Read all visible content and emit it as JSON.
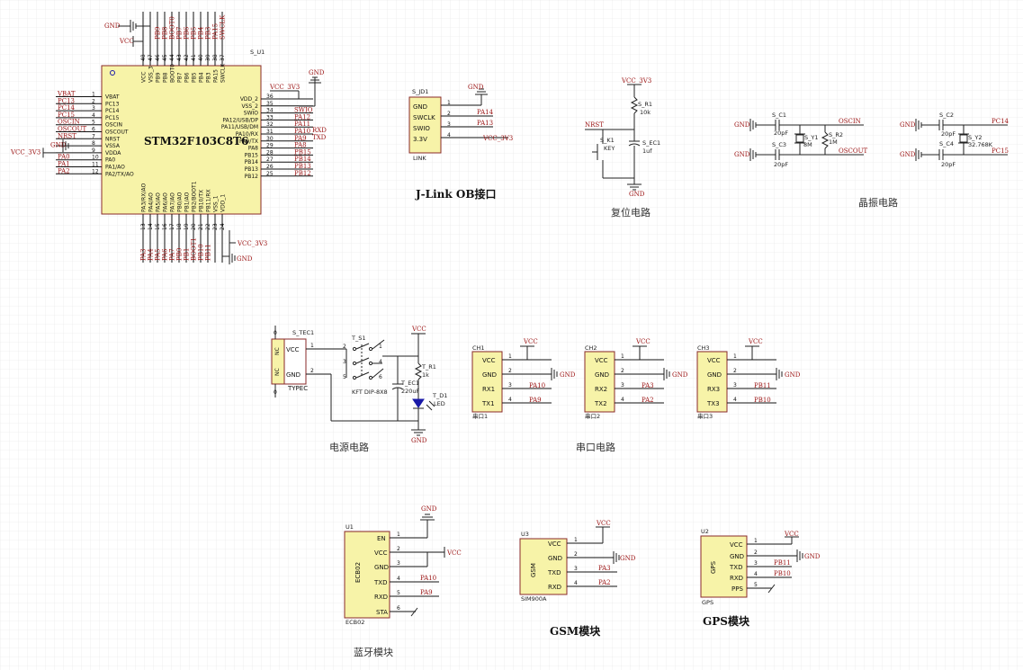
{
  "mcu": {
    "ref": "S_U1",
    "name": "STM32F103C8T6",
    "left_pins": [
      {
        "num": "1",
        "name": "VBAT",
        "net": "VBAT"
      },
      {
        "num": "2",
        "name": "PC13",
        "net": "PC13"
      },
      {
        "num": "3",
        "name": "PC14",
        "net": "PC14"
      },
      {
        "num": "4",
        "name": "PC15",
        "net": "PC15"
      },
      {
        "num": "5",
        "name": "OSCIN",
        "net": "OSCIN"
      },
      {
        "num": "6",
        "name": "OSCOUT",
        "net": "OSCOUT"
      },
      {
        "num": "7",
        "name": "NRST",
        "net": "NRST"
      },
      {
        "num": "8",
        "name": "VSSA",
        "net": "GND"
      },
      {
        "num": "9",
        "name": "VDDA",
        "net": "VCC_3V3"
      },
      {
        "num": "10",
        "name": "PA0",
        "net": "PA0"
      },
      {
        "num": "11",
        "name": "PA1",
        "net": "PA1"
      },
      {
        "num": "12",
        "name": "PA2",
        "net": "PA2"
      }
    ],
    "left_inner": [
      "VBAT",
      "PC13",
      "PC14",
      "PC15",
      "OSCIN",
      "OSCOUT",
      "NRST",
      "VSSA",
      "VDDA",
      "PA0",
      "PA1/AO",
      "PA2/TX/AO"
    ],
    "right_pins": [
      {
        "num": "36",
        "name": "VDD_2",
        "net": ""
      },
      {
        "num": "35",
        "name": "VSS_2",
        "net": ""
      },
      {
        "num": "34",
        "name": "SWIO",
        "net": "SWIO"
      },
      {
        "num": "33",
        "name": "PA12/USB/DP",
        "net": "PA12"
      },
      {
        "num": "32",
        "name": "PA11/USB/DM",
        "net": "PA11"
      },
      {
        "num": "31",
        "name": "PA10/RX",
        "net": "PA10"
      },
      {
        "num": "30",
        "name": "PA9/TX",
        "net": "PA9"
      },
      {
        "num": "29",
        "name": "PA8",
        "net": "PA8"
      },
      {
        "num": "28",
        "name": "PB15",
        "net": "PB15"
      },
      {
        "num": "27",
        "name": "PB14",
        "net": "PB14"
      },
      {
        "num": "26",
        "name": "PB13",
        "net": "PB13"
      },
      {
        "num": "25",
        "name": "PB12",
        "net": "PB12"
      }
    ],
    "top_pins": [
      {
        "num": "48",
        "name": "VCC",
        "net": ""
      },
      {
        "num": "47",
        "name": "VSS_3",
        "net": ""
      },
      {
        "num": "46",
        "name": "PB9",
        "net": "PB9"
      },
      {
        "num": "45",
        "name": "PB8",
        "net": "PB8"
      },
      {
        "num": "44",
        "name": "BOOT0",
        "net": "BOOT0"
      },
      {
        "num": "43",
        "name": "PB7",
        "net": "PB7"
      },
      {
        "num": "42",
        "name": "PB6",
        "net": "PB6"
      },
      {
        "num": "41",
        "name": "PB5",
        "net": "PB5"
      },
      {
        "num": "40",
        "name": "PB4",
        "net": "PB4"
      },
      {
        "num": "39",
        "name": "PB3",
        "net": "PB3"
      },
      {
        "num": "38",
        "name": "PA15",
        "net": "PA15"
      },
      {
        "num": "37",
        "name": "SWCLK",
        "net": "SWCLK"
      }
    ],
    "bottom_pins": [
      {
        "num": "13",
        "name": "PA3/RX/AO",
        "net": "PA3"
      },
      {
        "num": "14",
        "name": "PA4/AO",
        "net": "PA4"
      },
      {
        "num": "15",
        "name": "PA5/AO",
        "net": "PA5"
      },
      {
        "num": "16",
        "name": "PA6/AO",
        "net": "PA6"
      },
      {
        "num": "17",
        "name": "PA7/AO",
        "net": "PA7"
      },
      {
        "num": "18",
        "name": "PB0/AO",
        "net": "PB0"
      },
      {
        "num": "19",
        "name": "PB1/AO",
        "net": "PB1"
      },
      {
        "num": "20",
        "name": "PB2/BOOT1",
        "net": "BOOT1"
      },
      {
        "num": "21",
        "name": "PB10/TX",
        "net": "PB10"
      },
      {
        "num": "22",
        "name": "PB11/RX",
        "net": "PB11"
      },
      {
        "num": "23",
        "name": "VSS_1",
        "net": ""
      },
      {
        "num": "24",
        "name": "VDD_1",
        "net": ""
      }
    ],
    "extra": {
      "gnd": "GND",
      "vcc": "VCC",
      "vcc3v3": "VCC_3V3",
      "rxd": "RXD",
      "txd": "TXD"
    }
  },
  "jlink": {
    "ref": "S_JD1",
    "label": "LINK",
    "pins": [
      "GND",
      "SWCLK",
      "SWIO",
      "3.3V"
    ],
    "nums": [
      "1",
      "2",
      "3",
      "4"
    ],
    "nets": [
      "GND",
      "PA14",
      "PA13",
      "VCC_3V3"
    ],
    "title": "J-Link OB接口"
  },
  "reset": {
    "vcc": "VCC_3V3",
    "r_ref": "S_R1",
    "r_val": "10k",
    "net": "NRST",
    "k_ref": "S_K1",
    "k_val": "KEY",
    "c_ref": "S_EC1",
    "c_val": "1uf",
    "gnd": "GND",
    "title": "复位电路"
  },
  "crystal": {
    "c1": "S_C1",
    "c1v": "20pF",
    "c3": "S_C3",
    "c3v": "20pF",
    "y1": "S_Y1",
    "y1v": "8M",
    "r2": "S_R2",
    "r2v": "1M",
    "oscin": "OSCIN",
    "oscout": "OSCOUT",
    "c2": "S_C2",
    "c2v": "20pF",
    "c4": "S_C4",
    "c4v": "20pF",
    "y2": "S_Y2",
    "y2v": "32.768K",
    "pc14": "PC14",
    "pc15": "PC15",
    "gnd": "GND",
    "title": "晶振电路"
  },
  "power": {
    "ref": "S_TEC1",
    "type": "TYPEC",
    "nc": "NC",
    "vcc": "VCC",
    "gnd": "GND",
    "pin1": "1",
    "pin2": "2",
    "pin0": "0",
    "sw_ref": "T_S1",
    "sw_val": "KFT DIP-8X8",
    "sw_pins": [
      "1",
      "2",
      "3",
      "4",
      "5",
      "6"
    ],
    "ec_ref": "T_EC1",
    "ec_val": "220uF",
    "r_ref": "T_R1",
    "r_val": "1k",
    "d_ref": "T_D1",
    "d_val": "LED",
    "title": "电源电路"
  },
  "serial": {
    "title": "串口电路",
    "ports": [
      {
        "ref": "CH1",
        "label": "串口1",
        "pins": [
          "VCC",
          "GND",
          "RX1",
          "TX1"
        ],
        "nets": [
          "VCC",
          "GND",
          "PA10",
          "PA9"
        ]
      },
      {
        "ref": "CH2",
        "label": "串口2",
        "pins": [
          "VCC",
          "GND",
          "RX2",
          "TX2"
        ],
        "nets": [
          "VCC",
          "GND",
          "PA3",
          "PA2"
        ]
      },
      {
        "ref": "CH3",
        "label": "串口3",
        "pins": [
          "VCC",
          "GND",
          "RX3",
          "TX3"
        ],
        "nets": [
          "VCC",
          "GND",
          "PB11",
          "PB10"
        ]
      }
    ],
    "nums": [
      "1",
      "2",
      "3",
      "4"
    ]
  },
  "bt": {
    "ref": "U1",
    "name": "ECB02",
    "pins": [
      "EN",
      "VCC",
      "GND",
      "TXD",
      "RXD",
      "STA"
    ],
    "nums": [
      "1",
      "2",
      "3",
      "4",
      "5",
      "6"
    ],
    "nets": {
      "gnd": "GND",
      "vcc": "VCC",
      "pa10": "PA10",
      "pa9": "PA9"
    },
    "title": "蓝牙模块"
  },
  "gsm": {
    "ref": "U3",
    "name": "GSM",
    "label": "SIM900A",
    "pins": [
      "VCC",
      "GND",
      "TXD",
      "RXD"
    ],
    "nums": [
      "1",
      "2",
      "3",
      "4"
    ],
    "nets": [
      "VCC",
      "GND",
      "PA3",
      "PA2"
    ],
    "title": "GSM模块"
  },
  "gps": {
    "ref": "U2",
    "name": "GPS",
    "label": "GPS",
    "pins": [
      "VCC",
      "GND",
      "TXD",
      "RXD",
      "PPS"
    ],
    "nums": [
      "1",
      "2",
      "3",
      "4",
      "5"
    ],
    "nets": [
      "VCC",
      "GND",
      "PB11",
      "PB10"
    ],
    "title": "GPS模块"
  }
}
